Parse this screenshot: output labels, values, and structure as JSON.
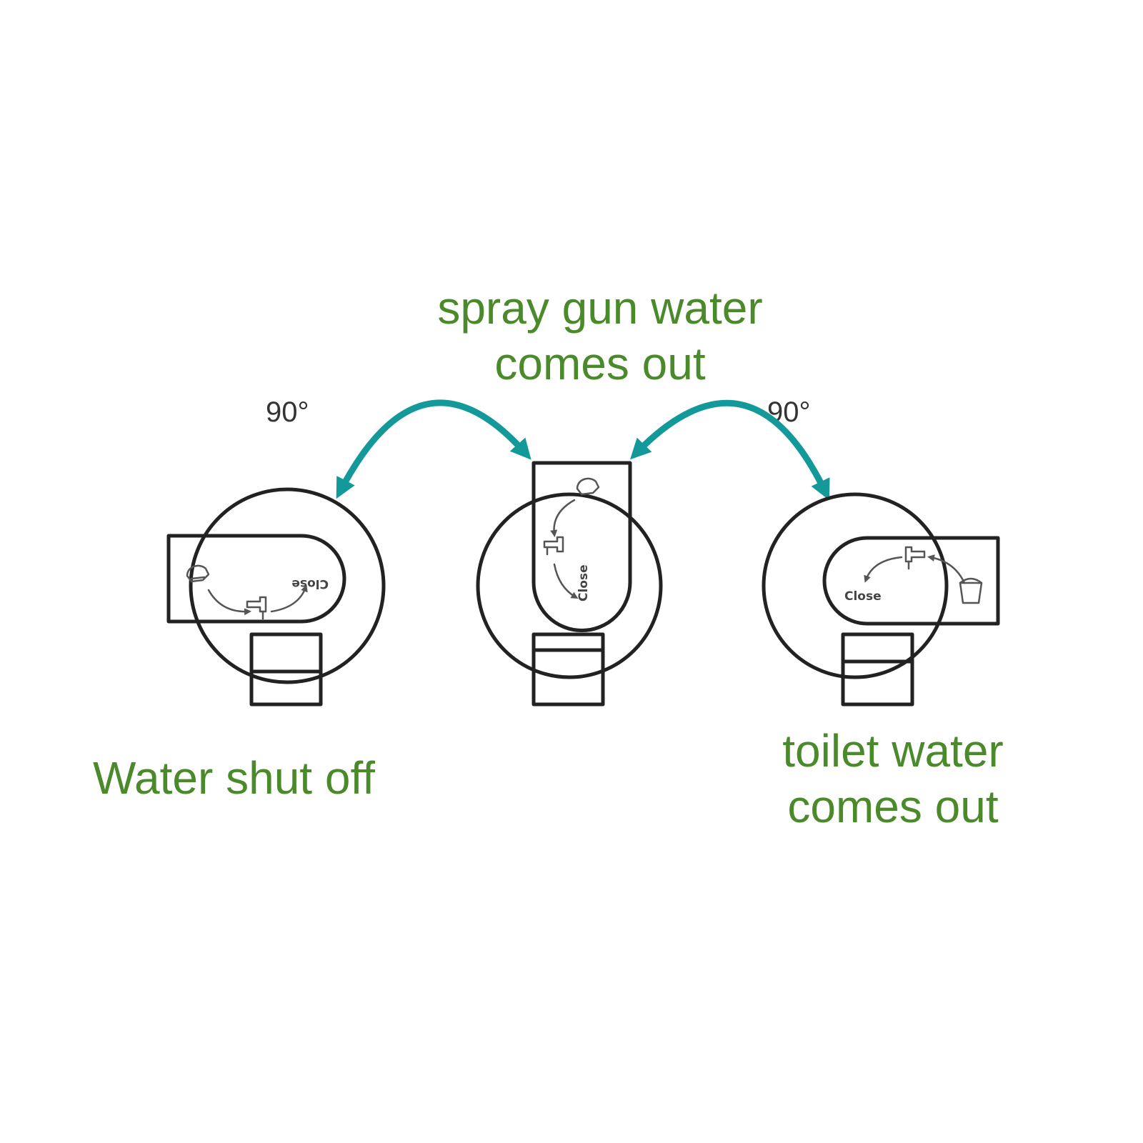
{
  "labels": {
    "spray": [
      "spray gun water",
      "comes out"
    ],
    "off": "Water shut off",
    "toilet": [
      "toilet water",
      "comes out"
    ]
  },
  "angles": {
    "left": "90°",
    "right": "90°"
  },
  "handle_text": {
    "left": "Close",
    "center": "Close",
    "right": "Close"
  },
  "colors": {
    "label": "#4a8a2a",
    "arrow": "#13999a",
    "ink": "#222222"
  },
  "icons": [
    "spray-gun-icon",
    "faucet-icon",
    "bucket-icon",
    "curved-arrow-icon"
  ]
}
